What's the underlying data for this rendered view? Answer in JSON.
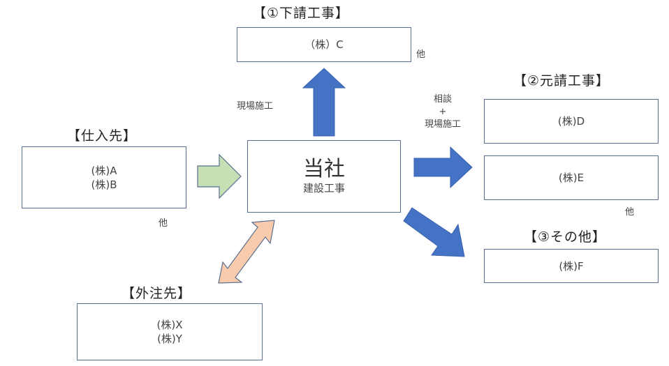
{
  "headings": {
    "subcontract": "【①下請工事】",
    "prime": "【②元請工事】",
    "other": "【③その他】",
    "suppliers": "【仕入先】",
    "outsource": "【外注先】"
  },
  "boxes": {
    "subcontract": [
      "（株）C"
    ],
    "prime_d": [
      "(株)D"
    ],
    "prime_e": [
      "(株)E"
    ],
    "other_f": [
      "(株)F"
    ],
    "suppliers": [
      "(株)A",
      "(株)B"
    ],
    "outsource": [
      "(株)X",
      "(株)Y"
    ],
    "center": {
      "title": "当社",
      "subtitle": "建設工事"
    }
  },
  "notes": {
    "subcontract_etc": "他",
    "prime_etc": "他",
    "suppliers_etc": "他",
    "up_arrow_label": "現場施工",
    "right_arrow_label": [
      "相談",
      "+",
      "現場施工"
    ]
  },
  "colors": {
    "blue_arrow": "#4472c4",
    "green_arrow": "#c5e0b4",
    "peach_arrow": "#f8cbad",
    "box_border": "#5b6f8f"
  }
}
